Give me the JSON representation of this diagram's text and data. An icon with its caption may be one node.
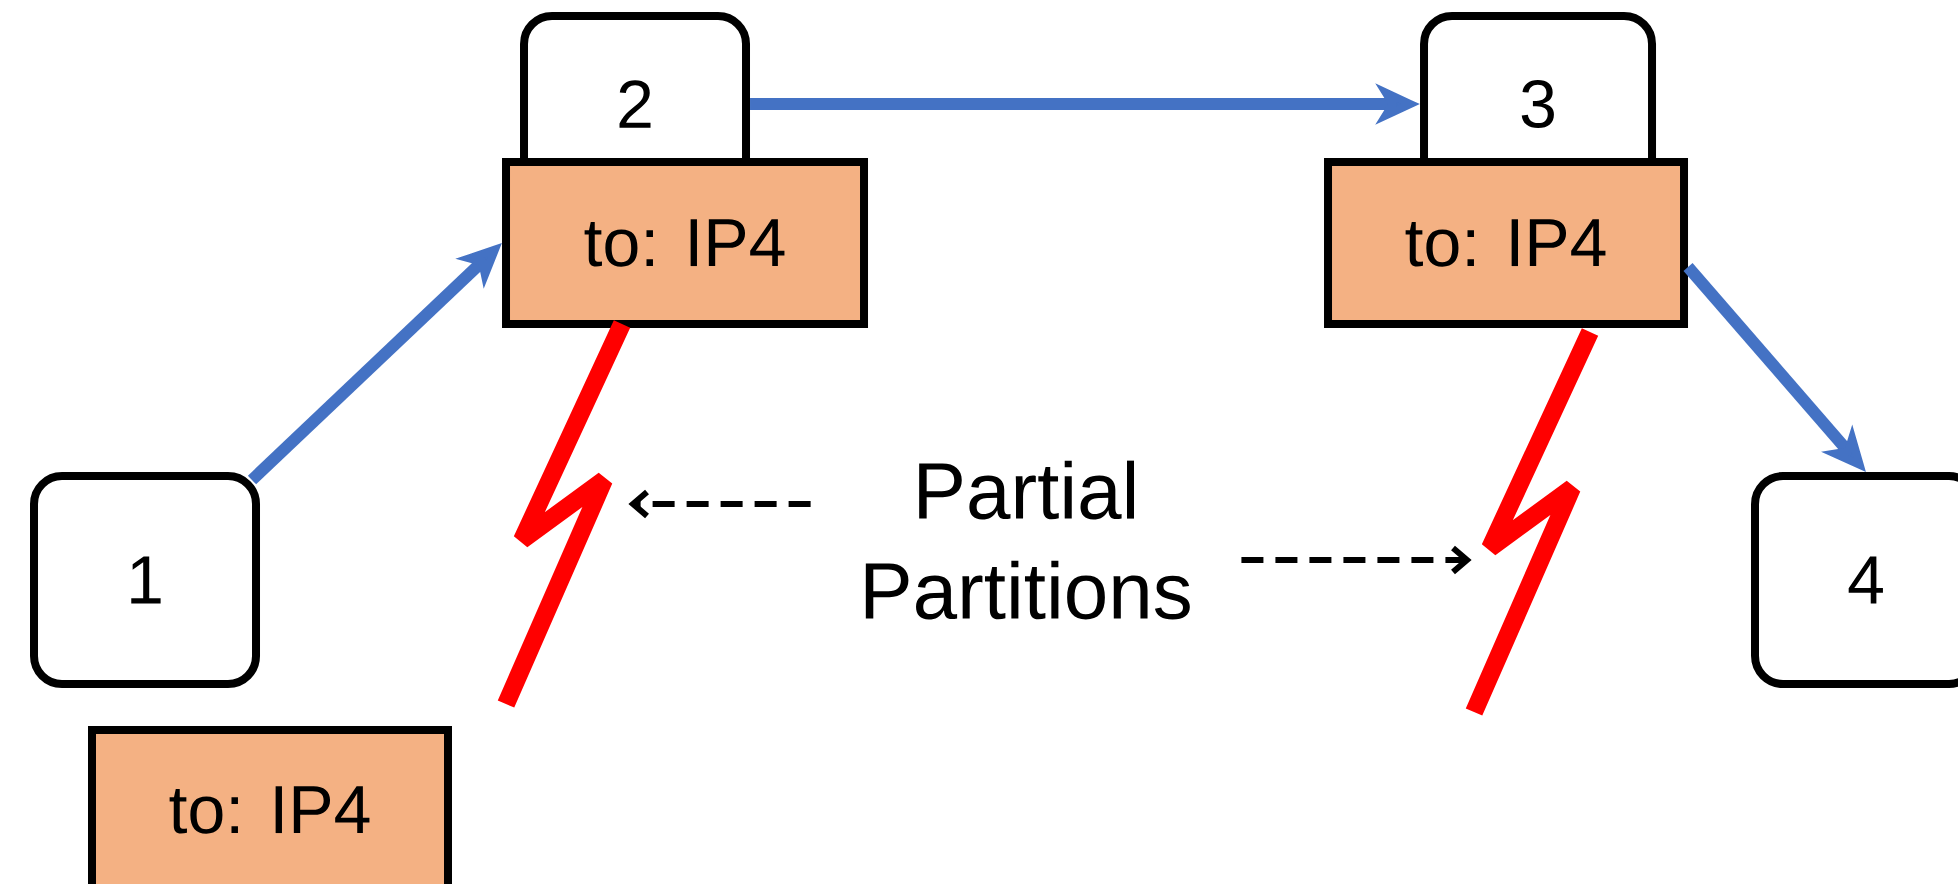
{
  "diagram": {
    "nodes": [
      {
        "text": [
          "1"
        ]
      },
      {
        "text": [
          "to: IP4"
        ]
      },
      {
        "text": [
          "2"
        ]
      },
      {
        "text": [
          "to: IP4"
        ]
      },
      {
        "text": [
          "3"
        ]
      },
      {
        "text": [
          "to: IP4"
        ]
      },
      {
        "text": [
          "4"
        ]
      },
      {
        "text": [
          "Partial Partitions"
        ]
      },
      {
        "text": [],
        "shape": "bolt"
      },
      {
        "text": [],
        "shape": "bolt"
      }
    ],
    "edges": [
      {
        "from": 0,
        "to": 3,
        "arrow": "to"
      },
      {
        "from": 2,
        "to": 4,
        "arrow": "to"
      },
      {
        "from": 5,
        "to": 6,
        "arrow": "to"
      },
      {
        "from": 7,
        "to": 8,
        "arrow": "to",
        "style": "dashed",
        "color": "#000000"
      },
      {
        "from": 7,
        "to": 9,
        "arrow": "to",
        "style": "dashed",
        "color": "#000000"
      }
    ]
  }
}
